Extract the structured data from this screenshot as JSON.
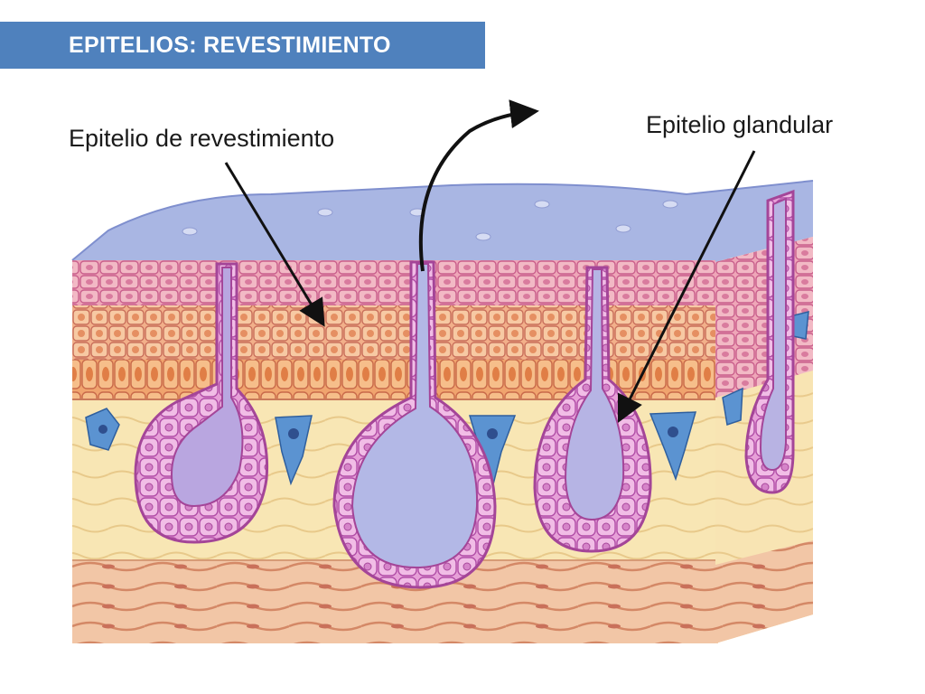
{
  "slide": {
    "title": "EPITELIOS: REVESTIMIENTO"
  },
  "labels": {
    "revestimiento": "Epitelio de revestimiento",
    "glandular": "Epitelio glandular"
  },
  "colors": {
    "title_bar": "#4f81bd",
    "lumen": "#a9b6e3",
    "epithelium_pink": "#e7a2c6",
    "epithelium_orange": "#e8a36f",
    "gland": "#d27fd0",
    "connective": "#f5e1a6",
    "cells_blue": "#5b93d1",
    "muscle": "#e8a688"
  }
}
